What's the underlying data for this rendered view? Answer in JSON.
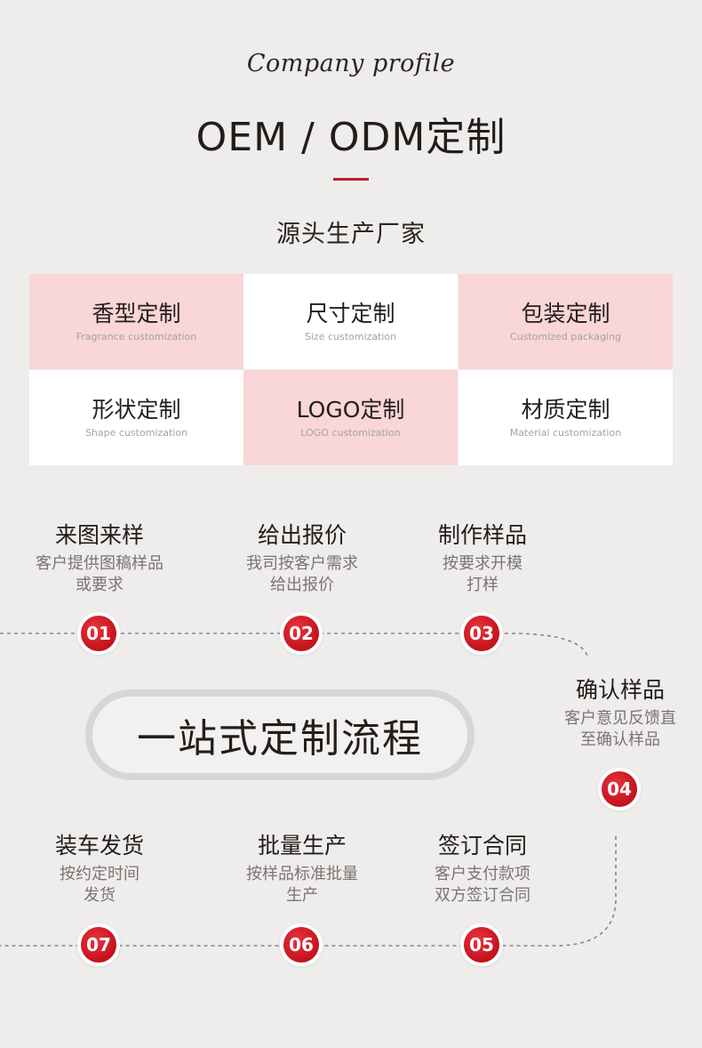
{
  "header": {
    "script_title": "Company profile",
    "title": "OEM / ODM定制",
    "subtitle": "源头生产厂家"
  },
  "colors": {
    "accent": "#c4121d",
    "pink_cell": "#f9d6d7",
    "background": "#eeedec"
  },
  "grid": [
    {
      "title": "香型定制",
      "sub": "Fragrance customization"
    },
    {
      "title": "尺寸定制",
      "sub": "Size customization"
    },
    {
      "title": "包装定制",
      "sub": "Customized packaging"
    },
    {
      "title": "形状定制",
      "sub": "Shape customization"
    },
    {
      "title": "LOGO定制",
      "sub": "LOGO customization"
    },
    {
      "title": "材质定制",
      "sub": "Material customization"
    }
  ],
  "process_title": "一站式定制流程",
  "steps": [
    {
      "num": "01",
      "title": "来图来样",
      "desc1": "客户提供图稿样品",
      "desc2": "或要求"
    },
    {
      "num": "02",
      "title": "给出报价",
      "desc1": "我司按客户需求",
      "desc2": "给出报价"
    },
    {
      "num": "03",
      "title": "制作样品",
      "desc1": "按要求开模",
      "desc2": "打样"
    },
    {
      "num": "04",
      "title": "确认样品",
      "desc1": "客户意见反馈直",
      "desc2": "至确认样品"
    },
    {
      "num": "05",
      "title": "签订合同",
      "desc1": "客户支付款项",
      "desc2": "双方签订合同"
    },
    {
      "num": "06",
      "title": "批量生产",
      "desc1": "按样品标准批量",
      "desc2": "生产"
    },
    {
      "num": "07",
      "title": "装车发货",
      "desc1": "按约定时间",
      "desc2": "发货"
    }
  ]
}
